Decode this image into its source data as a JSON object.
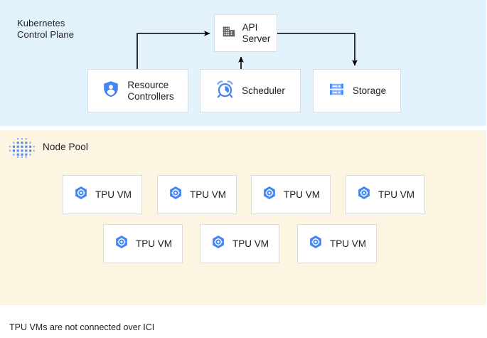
{
  "control_plane": {
    "title": "Kubernetes\nControl Plane",
    "background_color": "#e2f3fd",
    "boxes": [
      {
        "label": "API\nServer",
        "icon": "office-building-icon"
      },
      {
        "label": "Resource\nControllers",
        "icon": "shield-user-icon"
      },
      {
        "label": "Scheduler",
        "icon": "alarm-clock-icon"
      },
      {
        "label": "Storage",
        "icon": "server-rack-icon"
      }
    ],
    "arrows": [
      {
        "name": "resource-controllers-to-api-server",
        "from": "Resource Controllers",
        "to": "API Server"
      },
      {
        "name": "scheduler-to-api-server",
        "from": "Scheduler",
        "to": "API Server"
      },
      {
        "name": "api-server-to-storage",
        "from": "API Server",
        "to": "Storage"
      }
    ]
  },
  "node_pool": {
    "title": "Node Pool",
    "icon": "dot-grid-icon",
    "background_color": "#fcf5e1",
    "vm_label": "TPU VM",
    "vm_icon": "tpu-hexagon-icon",
    "rows": [
      {
        "count": 4,
        "vms": [
          "TPU VM",
          "TPU VM",
          "TPU VM",
          "TPU VM"
        ]
      },
      {
        "count": 3,
        "vms": [
          "TPU VM",
          "TPU VM",
          "TPU VM"
        ]
      }
    ]
  },
  "caption": "TPU VMs are not connected over ICI",
  "colors": {
    "accent_blue": "#4285f4",
    "panel_blue": "#e2f3fd",
    "panel_cream": "#fcf5e1",
    "icon_gray": "#5f6368",
    "text": "#202124",
    "border": "#dadce0",
    "arrow": "#000000"
  }
}
